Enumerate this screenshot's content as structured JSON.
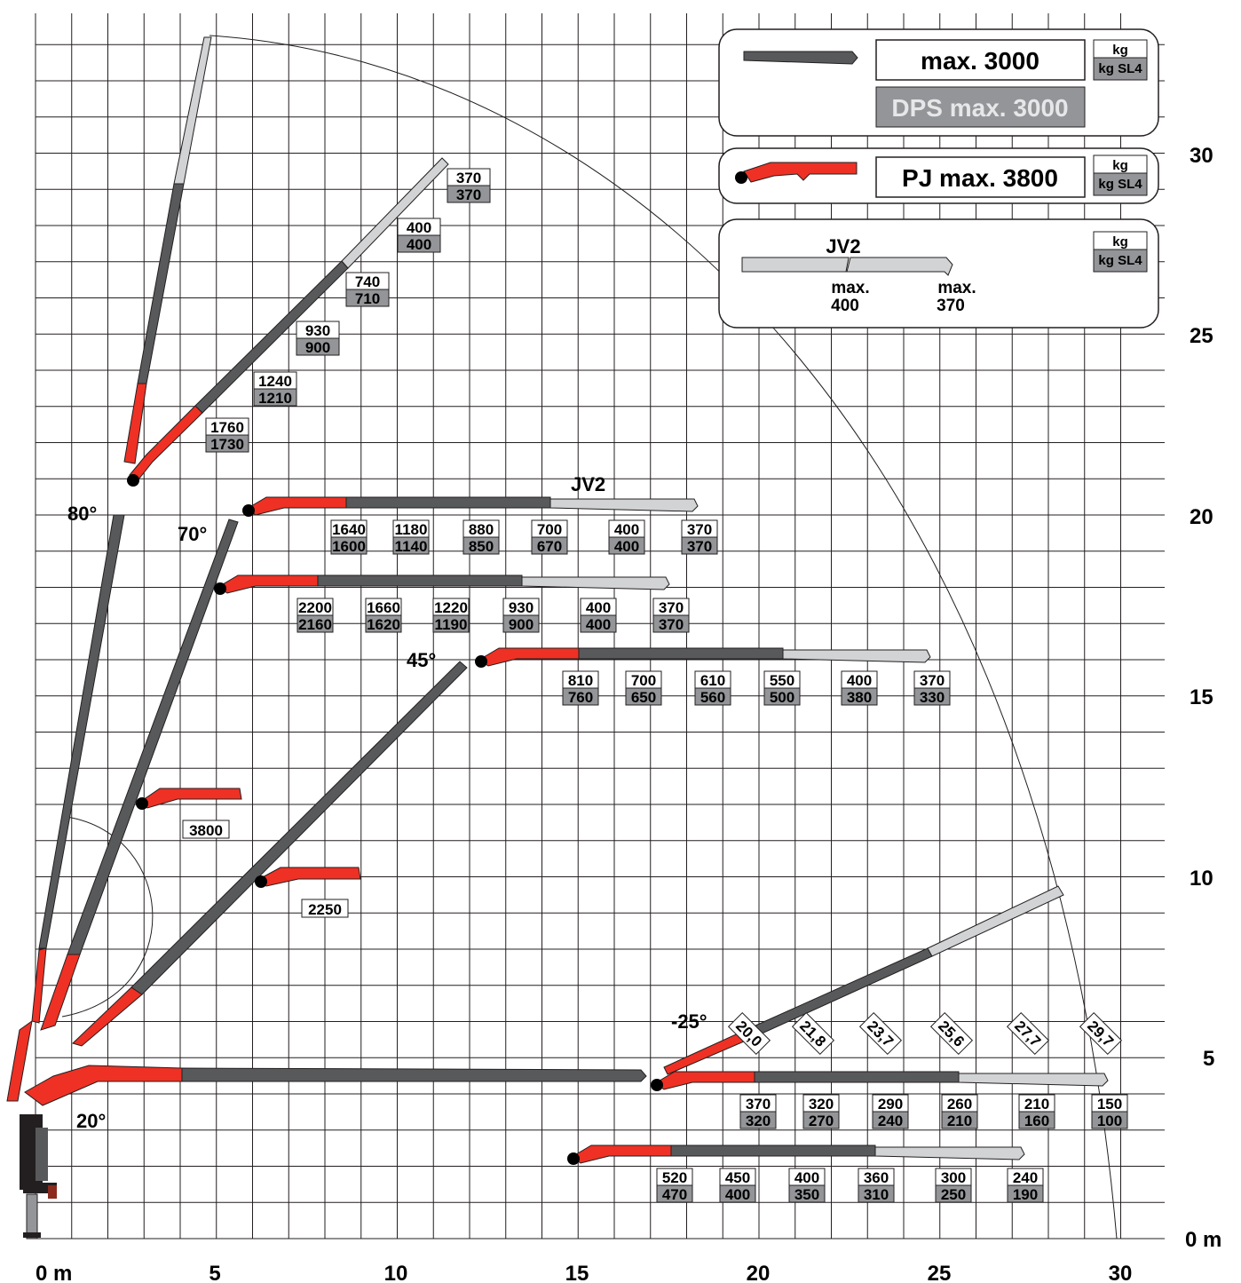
{
  "legend": {
    "main_boom": {
      "label": "max. 3000",
      "dps_label": "DPS max. 3000",
      "unit_kg": "kg",
      "unit_sl4": "kg SL4"
    },
    "pj_boom": {
      "label": "PJ max. 3800",
      "unit_kg": "kg",
      "unit_sl4": "kg SL4"
    },
    "jib": {
      "title": "JV2",
      "max_label": "max.",
      "max1": "400",
      "max2": "370",
      "unit_kg": "kg",
      "unit_sl4": "kg SL4"
    }
  },
  "axes": {
    "x_ticks": [
      "0 m",
      "5",
      "10",
      "15",
      "20",
      "25",
      "30"
    ],
    "x_values": [
      0,
      5,
      10,
      15,
      20,
      25,
      30
    ],
    "y_ticks": [
      "0 m",
      "5",
      "10",
      "15",
      "20",
      "25",
      "30"
    ],
    "y_values": [
      0,
      5,
      10,
      15,
      20,
      25,
      30
    ]
  },
  "angles": [
    "80°",
    "70°",
    "45°",
    "20°",
    "-25°"
  ],
  "jib_marker": "JV2",
  "boom_80_loads": [
    {
      "top": "1760",
      "bottom": "1730"
    },
    {
      "top": "1240",
      "bottom": "1210"
    },
    {
      "top": "930",
      "bottom": "900"
    },
    {
      "top": "740",
      "bottom": "710"
    },
    {
      "top": "400",
      "bottom": "400"
    },
    {
      "top": "370",
      "bottom": "370"
    }
  ],
  "row_20m_loads": [
    {
      "top": "1640",
      "bottom": "1600"
    },
    {
      "top": "1180",
      "bottom": "1140"
    },
    {
      "top": "880",
      "bottom": "850"
    },
    {
      "top": "700",
      "bottom": "670"
    },
    {
      "top": "400",
      "bottom": "400"
    },
    {
      "top": "370",
      "bottom": "370"
    }
  ],
  "row_18m_loads": [
    {
      "top": "2200",
      "bottom": "2160"
    },
    {
      "top": "1660",
      "bottom": "1620"
    },
    {
      "top": "1220",
      "bottom": "1190"
    },
    {
      "top": "930",
      "bottom": "900"
    },
    {
      "top": "400",
      "bottom": "400"
    },
    {
      "top": "370",
      "bottom": "370"
    }
  ],
  "row_16m_loads": [
    {
      "top": "810",
      "bottom": "760"
    },
    {
      "top": "700",
      "bottom": "650"
    },
    {
      "top": "610",
      "bottom": "560"
    },
    {
      "top": "550",
      "bottom": "500"
    },
    {
      "top": "400",
      "bottom": "380"
    },
    {
      "top": "370",
      "bottom": "330"
    }
  ],
  "row_4m_loads": [
    {
      "top": "370",
      "bottom": "320"
    },
    {
      "top": "320",
      "bottom": "270"
    },
    {
      "top": "290",
      "bottom": "240"
    },
    {
      "top": "260",
      "bottom": "210"
    },
    {
      "top": "210",
      "bottom": "160"
    },
    {
      "top": "150",
      "bottom": "100"
    }
  ],
  "row_2m_loads": [
    {
      "top": "520",
      "bottom": "470"
    },
    {
      "top": "450",
      "bottom": "400"
    },
    {
      "top": "400",
      "bottom": "350"
    },
    {
      "top": "360",
      "bottom": "310"
    },
    {
      "top": "300",
      "bottom": "250"
    },
    {
      "top": "240",
      "bottom": "190"
    }
  ],
  "pj_loads": [
    "3800",
    "2250"
  ],
  "reach_labels": [
    "20,0",
    "21,8",
    "23,7",
    "25,6",
    "27,7",
    "29,7"
  ],
  "colors": {
    "red": "#ee3124",
    "dark": "#58595b",
    "light": "#d1d3d4",
    "grid": "#231f20"
  }
}
